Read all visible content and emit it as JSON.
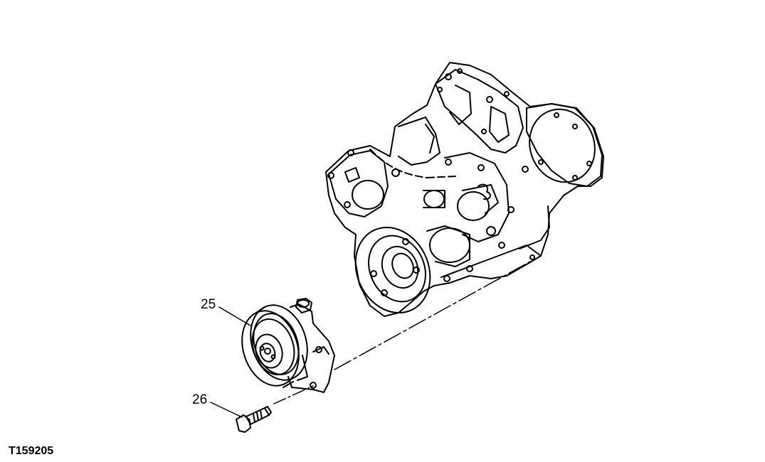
{
  "callouts": [
    {
      "number": "25"
    },
    {
      "number": "26"
    }
  ],
  "figure_id": "T159205",
  "colors": {
    "line": "#000000",
    "background": "#ffffff"
  }
}
